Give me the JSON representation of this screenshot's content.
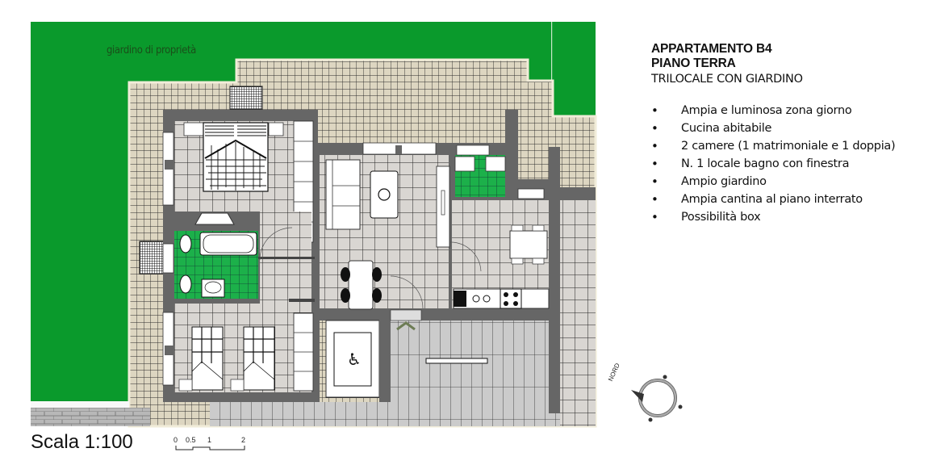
{
  "header": {
    "title_line1": "APPARTAMENTO B4",
    "title_line2": "PIANO TERRA",
    "subtitle": "TRILOCALE CON GIARDINO"
  },
  "features": [
    {
      "label": "Ampia e luminosa zona giorno"
    },
    {
      "label": "Cucina abitabile"
    },
    {
      "label": "2 camere (1 matrimoniale e 1 doppia)"
    },
    {
      "label": "N. 1 locale bagno con finestra"
    },
    {
      "label": "Ampio giardino"
    },
    {
      "label": "Ampia cantina al piano interrato"
    },
    {
      "label": "Possibilità box"
    }
  ],
  "plan": {
    "garden_label": "giardino di proprietà",
    "scale_label": "Scala 1:100",
    "scale_bar_ticks": [
      "0",
      "0.5",
      "1",
      "2"
    ],
    "compass_label": "NORD",
    "icons": [
      "wheelchair-accessibility-icon",
      "compass-north-icon",
      "entrance-chevron-icon"
    ],
    "colors": {
      "garden": "#0a9a2c",
      "terrace_tile": "#d9d2bc",
      "wall": "#666666",
      "floor_tile": "#d7d4d0",
      "bath_tile": "#1fb24a",
      "common_area": "#c9c9c9"
    }
  }
}
